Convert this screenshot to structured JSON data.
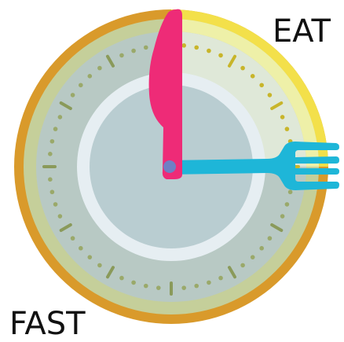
{
  "labels": {
    "eat": "EAT",
    "fast": "FAST"
  },
  "clock": {
    "eating_window_fraction": 0.25,
    "minute_hand_points_to": 12,
    "hour_hand_points_to": 3,
    "minute_hand_icon": "knife-icon",
    "hour_hand_icon": "fork-icon"
  },
  "colors": {
    "rim_outer": "#d99a2b",
    "rim_eat": "#f3e04a",
    "bezel": "#c5cf9a",
    "face_outer": "#b8c9c4",
    "face_ring": "#e6eef2",
    "face_inner": "#b9cdd1",
    "tick": "#8a9a5a",
    "dots": "#9aa96a",
    "eat_dots": "#c8b52a",
    "knife": "#ee2b77",
    "fork": "#1eb6d8",
    "text": "#111111"
  }
}
